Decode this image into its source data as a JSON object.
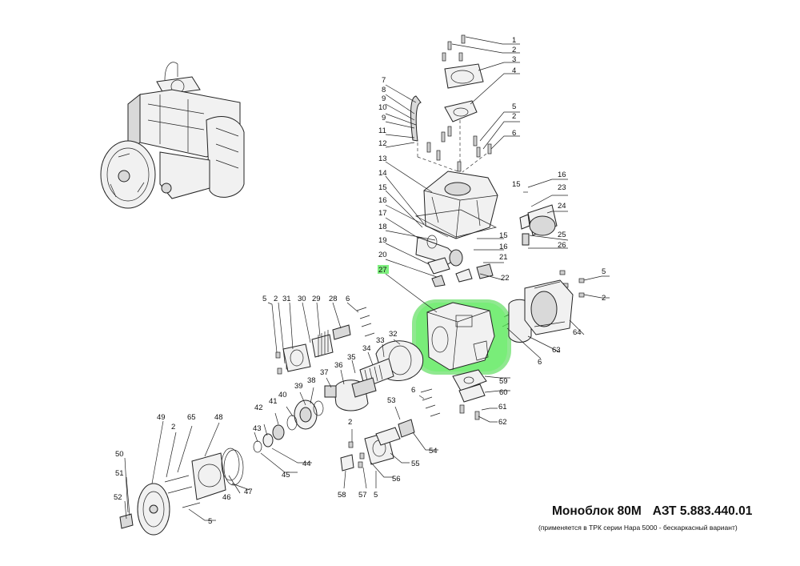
{
  "title": {
    "name": "Моноблок 80М",
    "code": "АЗТ 5.883.440.01",
    "note": "(применяется  в ТРК серии Нара 5000 - бескаркасный вариант)"
  },
  "highlight": {
    "part_number": "27",
    "color": "#3ee03e"
  },
  "callouts": [
    "1",
    "2",
    "3",
    "4",
    "5",
    "2",
    "6",
    "7",
    "8",
    "9",
    "10",
    "9",
    "11",
    "12",
    "13",
    "14",
    "15",
    "16",
    "17",
    "15",
    "18",
    "16",
    "19",
    "21",
    "20",
    "22",
    "27",
    "15",
    "16",
    "23",
    "24",
    "25",
    "26",
    "5",
    "2",
    "64",
    "63",
    "6",
    "5",
    "2",
    "31",
    "30",
    "29",
    "28",
    "6",
    "32",
    "33",
    "34",
    "35",
    "36",
    "37",
    "38",
    "39",
    "40",
    "41",
    "42",
    "43",
    "44",
    "45",
    "59",
    "60",
    "6",
    "53",
    "61",
    "62",
    "54",
    "55",
    "56",
    "2",
    "57",
    "58",
    "5",
    "49",
    "2",
    "65",
    "48",
    "47",
    "46",
    "50",
    "51",
    "52",
    "5"
  ]
}
